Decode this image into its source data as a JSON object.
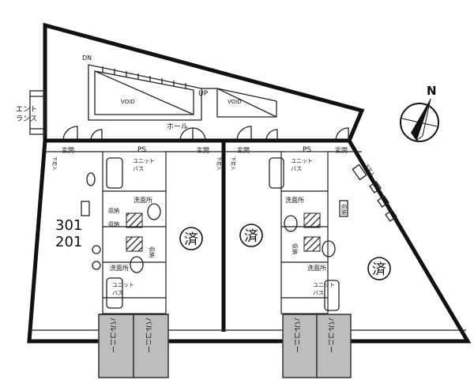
{
  "labels": {
    "entrance": "エント\nランス",
    "dn": "DN",
    "up": "UP",
    "void": "VOID",
    "hall": "ホール",
    "north": "N",
    "ps": "PS",
    "genkan": "玄関",
    "shoe": "下足入",
    "unit_bath": "ユニット\nバス",
    "senmen": "洗面所",
    "shuno": "収納",
    "balcony": "バルコニー",
    "sumi": "済",
    "room_upper": "301",
    "room_lower": "201"
  },
  "colors": {
    "wall": "#111111",
    "balcony": "#bdbdbd",
    "background": "#ffffff"
  },
  "icons": [
    "compass-icon"
  ]
}
